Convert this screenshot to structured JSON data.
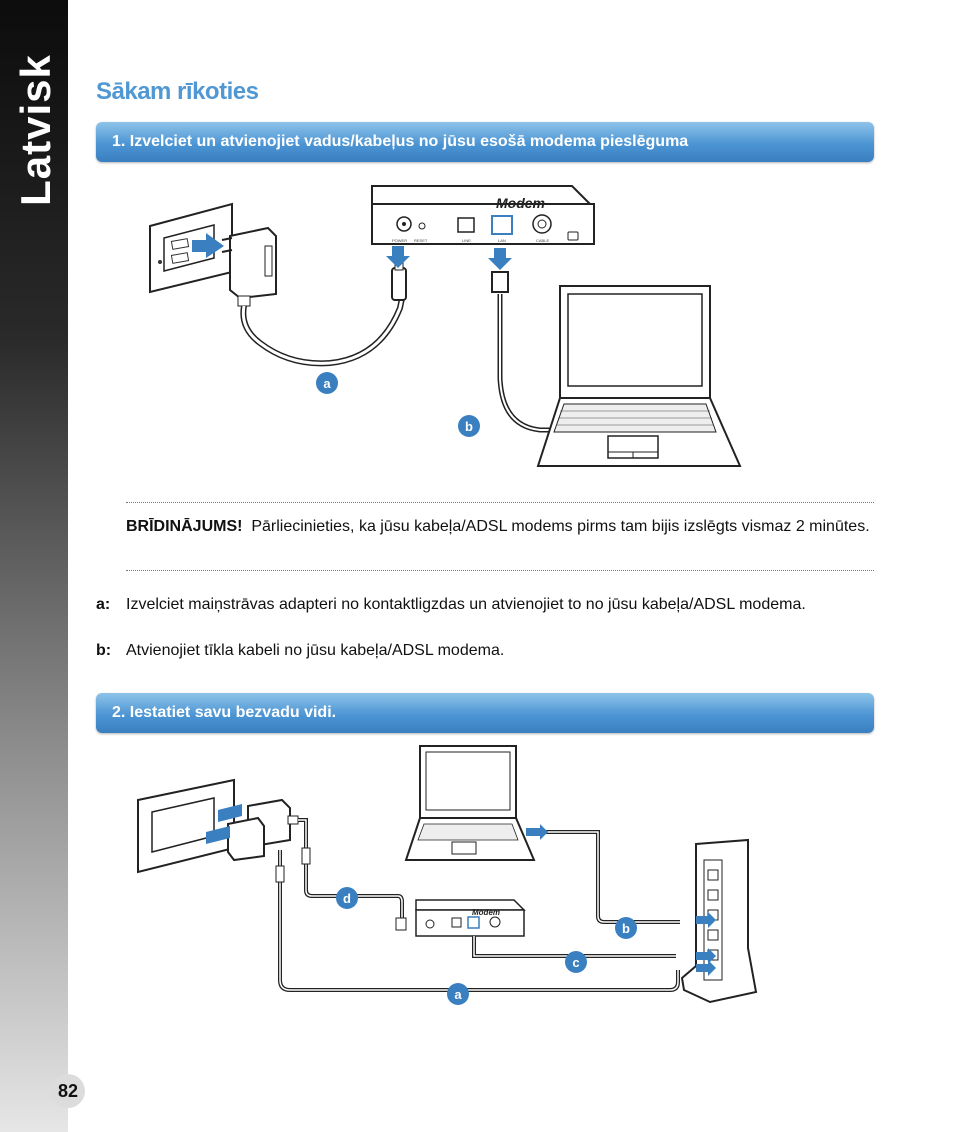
{
  "sidebar": {
    "label": "Latvisk"
  },
  "page_number": "82",
  "title": "Sākam rīkoties",
  "step1": {
    "label": "1.   Izvelciet un atvienojiet vadus/kabeļus no jūsu esošā modema pieslēguma"
  },
  "fig1": {
    "modem_brand": "Modem",
    "port_labels": [
      "POWER",
      "RESET",
      "LINE",
      "LAN",
      "CABLE"
    ],
    "callouts": [
      "a",
      "b"
    ],
    "colors": {
      "arrow": "#3a7fc0",
      "badge": "#3a7fc0"
    }
  },
  "warning": {
    "label": "BRĪDINĀJUMS!",
    "text": "Pārliecinieties, ka jūsu kabeļa/ADSL modems pirms tam bijis izslēgts vismaz 2 minūtes."
  },
  "items": [
    {
      "key": "a:",
      "text": "Izvelciet maiņstrāvas adapteri no kontaktligzdas un atvienojiet to no jūsu kabeļa/ADSL modema."
    },
    {
      "key": "b:",
      "text": "Atvienojiet tīkla kabeli no jūsu kabeļa/ADSL modema."
    }
  ],
  "step2": {
    "label": "2.   Iestatiet savu bezvadu vidi."
  },
  "fig2": {
    "modem_brand": "Modem",
    "callouts": [
      "a",
      "b",
      "c",
      "d"
    ]
  }
}
